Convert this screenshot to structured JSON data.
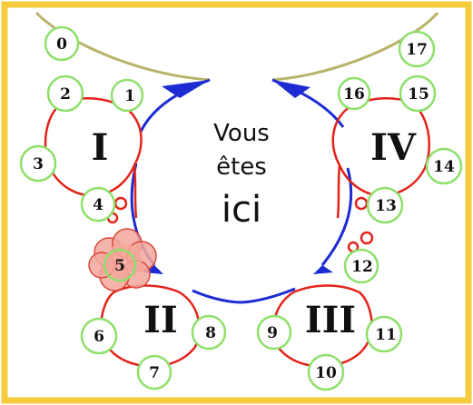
{
  "center": {
    "line1": "Vous",
    "line2": "êtes",
    "line3": "ici"
  },
  "sections": [
    {
      "label": "I"
    },
    {
      "label": "II"
    },
    {
      "label": "III"
    },
    {
      "label": "IV"
    }
  ],
  "nodes": [
    "0",
    "1",
    "2",
    "3",
    "4",
    "5",
    "6",
    "7",
    "8",
    "9",
    "10",
    "11",
    "12",
    "13",
    "14",
    "15",
    "16",
    "17"
  ],
  "highlighted_node": "5",
  "colors": {
    "frame": "#f6cc3c",
    "node_stroke": "#8ee06a",
    "red_line": "#e2241b",
    "blue_line": "#1c2bd2",
    "olive_line": "#b8b26a",
    "highlight_fill": "#f3a79c",
    "highlight_stroke": "#d9493a"
  }
}
